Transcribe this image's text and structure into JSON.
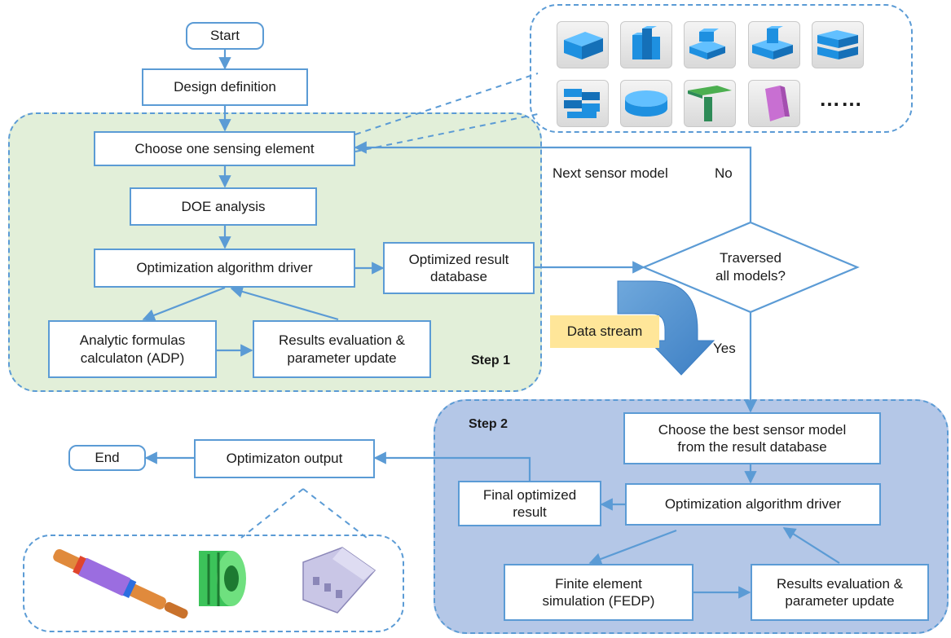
{
  "colors": {
    "accent": "#5b9bd5",
    "step1_fill": "#e2efd9",
    "step2_fill": "#b4c7e7",
    "data_stream_fill": "#ffe699",
    "shape_blue": "#1e90e0",
    "shape_green": "#2e8b57",
    "shape_purple": "#c86fd2"
  },
  "nodes": {
    "start": "Start",
    "design_definition": "Design definition",
    "choose_sensing_element": "Choose one sensing element",
    "doe_analysis": "DOE analysis",
    "opt_driver_1": "Optimization algorithm driver",
    "optimized_result_db": "Optimized result\ndatabase",
    "analytic_formulas": "Analytic formulas\ncalculaton (ADP)",
    "results_eval_1": "Results evaluation &\nparameter update",
    "decision": "Traversed\nall models?",
    "choose_best_model": "Choose the best sensor model\nfrom the result database",
    "opt_driver_2": "Optimization algorithm driver",
    "final_optimized_result": "Final optimized\nresult",
    "finite_element_sim": "Finite element\nsimulation (FEDP)",
    "results_eval_2": "Results evaluation &\nparameter update",
    "optimization_output": "Optimizaton output",
    "end": "End"
  },
  "labels": {
    "next_sensor_model": "Next sensor model",
    "no": "No",
    "yes": "Yes",
    "data_stream": "Data stream",
    "step1": "Step 1",
    "step2": "Step 2",
    "ellipsis": "……"
  },
  "thumbnails": [
    {
      "shape": "block",
      "color": "blue"
    },
    {
      "shape": "stacked-columns",
      "color": "blue"
    },
    {
      "shape": "cross-layers",
      "color": "blue"
    },
    {
      "shape": "plus-block",
      "color": "blue"
    },
    {
      "shape": "slab-stack",
      "color": "blue"
    },
    {
      "shape": "layered-cross",
      "color": "blue"
    },
    {
      "shape": "rounded-block",
      "color": "blue"
    },
    {
      "shape": "t-beam",
      "color": "green"
    },
    {
      "shape": "tilted-prism",
      "color": "purple"
    }
  ],
  "output_models": [
    {
      "name": "rod-sensor",
      "colors": [
        "orange",
        "purple"
      ]
    },
    {
      "name": "green-spool",
      "colors": [
        "green"
      ]
    },
    {
      "name": "gray-housing",
      "colors": [
        "lavender"
      ]
    }
  ]
}
